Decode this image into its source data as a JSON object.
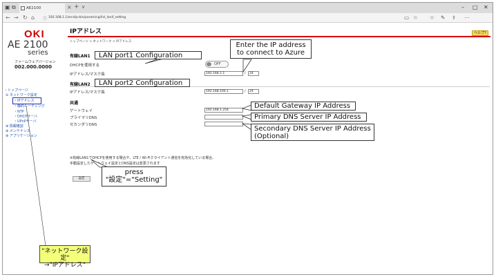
{
  "browser": {
    "tab_title": "AE2100",
    "url": "192.168.1.1/ercd/p-bin/param/cgi/lvl_lanif_setting",
    "icons": [
      "back-icon",
      "forward-icon",
      "refresh-icon",
      "home-icon",
      "favorite-icon",
      "hub-icon",
      "share-icon",
      "more-icon"
    ]
  },
  "sidebar": {
    "logo": "OKI",
    "model": "AE 2100",
    "series": "series",
    "firmware_label": "ファームウェアバージョン",
    "firmware_version": "002.000.0000",
    "menu": {
      "top": "・トップページ",
      "network": "⊖ ネットワーク設定",
      "ip_address": "・IPアドレス",
      "routing": "・静的ルーティング",
      "ntp": "・NTP",
      "dhcp": "・DHCPサーバ",
      "upnp": "・UPnPサーバ",
      "info": "⊕ 情報確認",
      "maintenance": "⊕ メンテナンス",
      "application": "⊕ アプリケーション"
    }
  },
  "main": {
    "title": "IPアドレス",
    "help": "ヘルプ?",
    "breadcrumb": "トップページ > ネットワーク > IPアドレス",
    "lan1": {
      "title": "有線LAN1",
      "dhcp_label": "DHCPを使用する",
      "dhcp_state": "OFF",
      "ip_label": "IPアドレス/マスク長",
      "ip_value": "192.168.1.1",
      "mask_value": "24"
    },
    "lan2": {
      "title": "有線LAN2",
      "ip_label": "IPアドレス/マスク長",
      "ip_value": "192.168.100.1",
      "mask_value": "24"
    },
    "common": {
      "title": "共通",
      "gateway_label": "ゲートウェイ",
      "gateway_value": "192.168.1.254",
      "dns1_label": "プライマリDNS",
      "dns1_value": "",
      "dns2_label": "セカンダリDNS",
      "dns2_value": ""
    },
    "note_line1": "※有線LAN1でDHCPを使用する場合や、LTE / Wi-Fiクライアント通信を有効化している場合、",
    "note_line2": "手動設定したゲートウェイ設定とDNS設定は変更されます",
    "set_button": "設定"
  },
  "annotations": {
    "lan1_config": "LAN port1 Configuration",
    "lan2_config": "LAN port2 Configuration",
    "azure_line1": "Enter the IP address",
    "azure_line2": "to connect to Azure",
    "gateway": "Default Gateway IP Address",
    "dns1": "Primary DNS Server IP Address",
    "dns2_line1": "Secondary DNS Server IP Address",
    "dns2_line2": "(Optional)",
    "press_line1": "press",
    "press_line2": "\"設定\"=\"Setting\"",
    "nav_line1": "\"ネットワーク設定\"",
    "nav_line2": "→\"IPアドレス\""
  },
  "colors": {
    "accent_red": "#d40000",
    "link_blue": "#2355aa",
    "highlight_blue": "#1a2fbf",
    "callout_yellow": "#f4ff7a",
    "help_yellow": "#f6d75a"
  }
}
